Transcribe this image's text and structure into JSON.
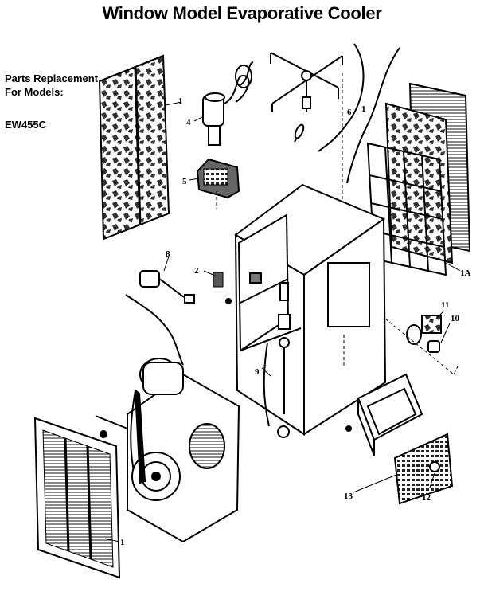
{
  "title": "Window Model Evaporative Cooler",
  "parts_heading": [
    "Parts Replacement",
    "For Models:"
  ],
  "model_number": "EW455C",
  "callouts": [
    "1",
    "4",
    "5",
    "6",
    "1",
    "1A",
    "2",
    "8",
    "11",
    "10",
    "9",
    "13",
    "12",
    "1"
  ]
}
